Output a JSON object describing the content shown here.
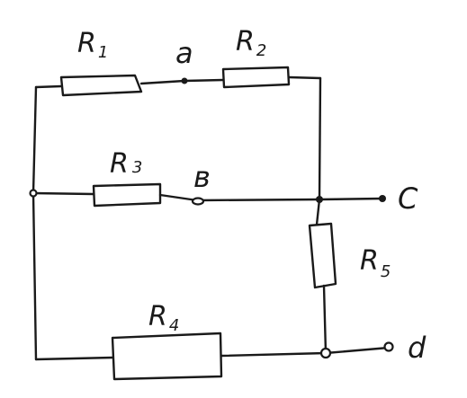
{
  "labels": {
    "r1": {
      "main": "R",
      "sub": "1"
    },
    "r2": {
      "main": "R",
      "sub": "2"
    },
    "r3": {
      "main": "R",
      "sub": "3"
    },
    "r4": {
      "main": "R",
      "sub": "4"
    },
    "r5": {
      "main": "R",
      "sub": "5"
    }
  },
  "terminals": {
    "a": "a",
    "b": "в",
    "c": "C",
    "d": "d"
  }
}
